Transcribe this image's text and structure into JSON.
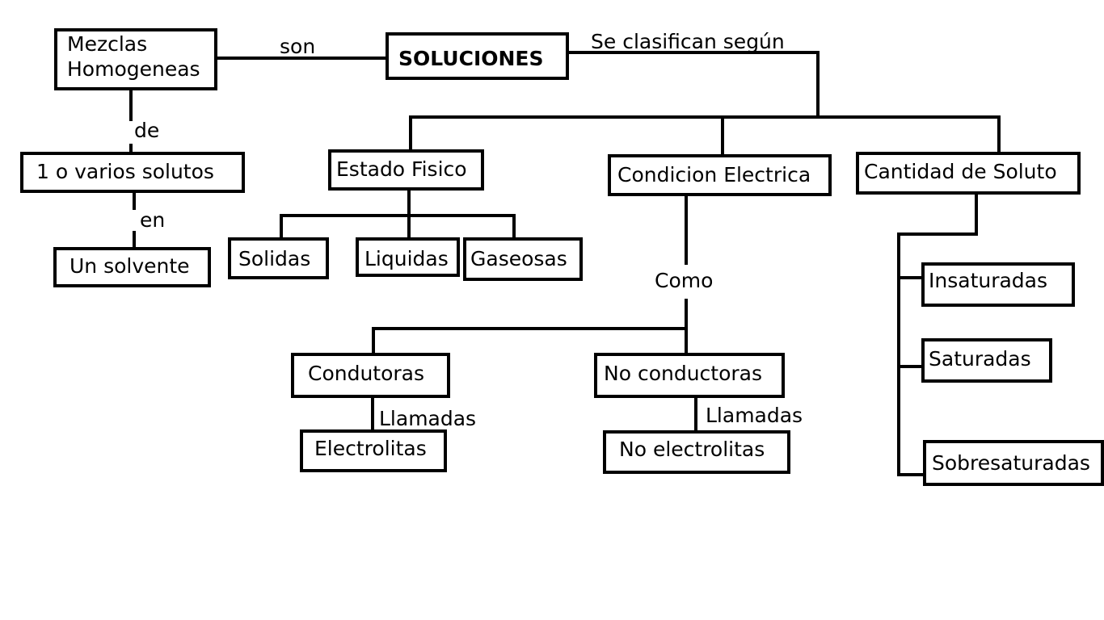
{
  "nodes": {
    "mezclas": "Mezclas\nHomogeneas",
    "soluciones": "SOLUCIONES",
    "solutos": "1 o varios solutos",
    "solvente": "Un solvente",
    "estado": "Estado Fisico",
    "condicion": "Condicion Electrica",
    "cantidad": "Cantidad de Soluto",
    "solidas": "Solidas",
    "liquidas": "Liquidas",
    "gaseosas": "Gaseosas",
    "condutoras": "Condutoras",
    "no_conductoras": "No conductoras",
    "electrolitas": "Electrolitas",
    "no_electrolitas": "No electrolitas",
    "insaturadas": "Insaturadas",
    "saturadas": "Saturadas",
    "sobresaturadas": "Sobresaturadas"
  },
  "links": {
    "son": "son",
    "se_clasifican": "Se clasifican según",
    "de": "de",
    "en": "en",
    "como": "Como",
    "llamadas_1": "Llamadas",
    "llamadas_2": "Llamadas"
  }
}
